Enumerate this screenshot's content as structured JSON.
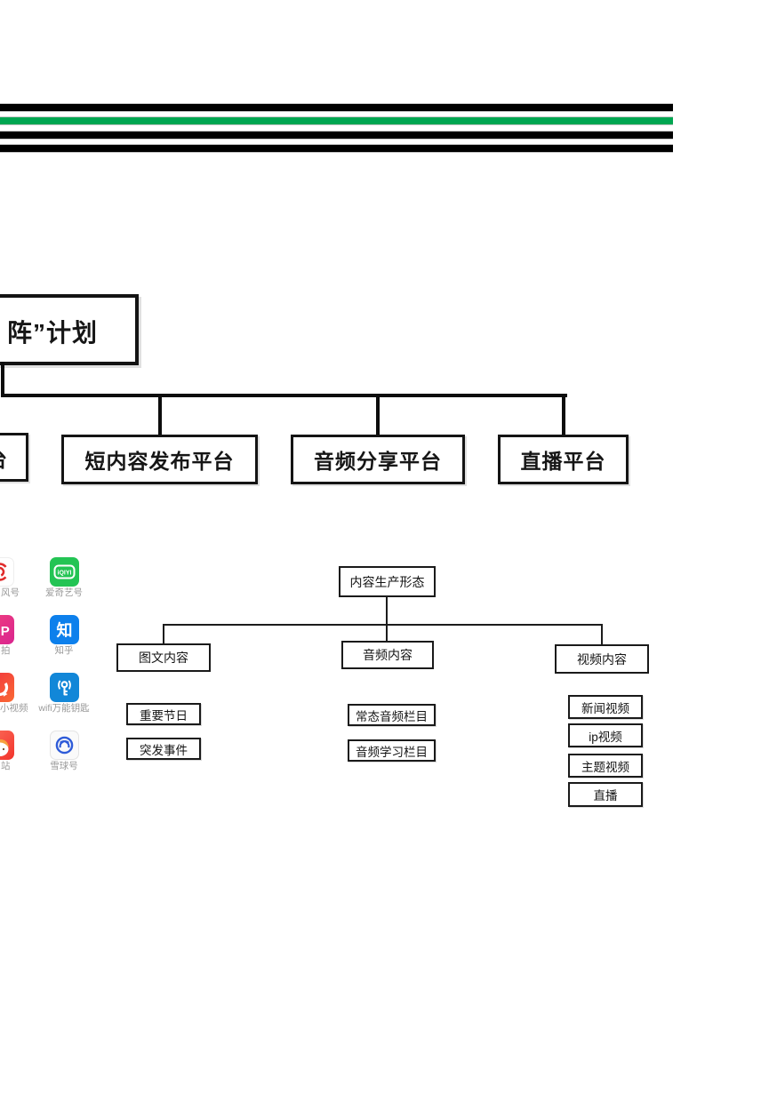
{
  "stripes": {
    "colors": [
      "#000000",
      "#00a651",
      "#000000",
      "#000000"
    ]
  },
  "org_top": {
    "title_visible": "阵”计划",
    "platforms": [
      {
        "label": "台",
        "partial": true
      },
      {
        "label": "短内容发布平台",
        "partial": false
      },
      {
        "label": "音频分享平台",
        "partial": false
      },
      {
        "label": "直播平台",
        "partial": false
      }
    ]
  },
  "app_grid": {
    "items": [
      {
        "id": "fenghao",
        "label": "风号",
        "partial": true
      },
      {
        "id": "iqiyi",
        "label": "爱奇艺号",
        "partial": false
      },
      {
        "id": "pai",
        "label": "拍",
        "partial": true
      },
      {
        "id": "zhihu",
        "label": "知乎",
        "partial": false
      },
      {
        "id": "xiaoshipin",
        "label": "小视频",
        "partial": true
      },
      {
        "id": "wifi_key",
        "label": "wifi万能钥匙",
        "partial": false
      },
      {
        "id": "zhan",
        "label": "站",
        "partial": true
      },
      {
        "id": "xueqiu",
        "label": "雪球号",
        "partial": false
      }
    ]
  },
  "content_tree": {
    "root": "内容生产形态",
    "branches": [
      {
        "label": "图文内容",
        "children": [
          "重要节日",
          "突发事件"
        ]
      },
      {
        "label": "音频内容",
        "children": [
          "常态音频栏目",
          "音频学习栏目"
        ]
      },
      {
        "label": "视频内容",
        "children": [
          "新闻视频",
          "ip视频",
          "主题视频",
          "直播"
        ]
      }
    ]
  },
  "colors": {
    "stripe_green": "#00a651",
    "iqiyi_green": "#23c454",
    "zhihu_blue": "#0d80ec",
    "wifi_blue": "#1287d8",
    "xueqiu_blue": "#2e5bd8",
    "meipai_pink": "#ea3384",
    "hot_red": "#f0303f"
  }
}
